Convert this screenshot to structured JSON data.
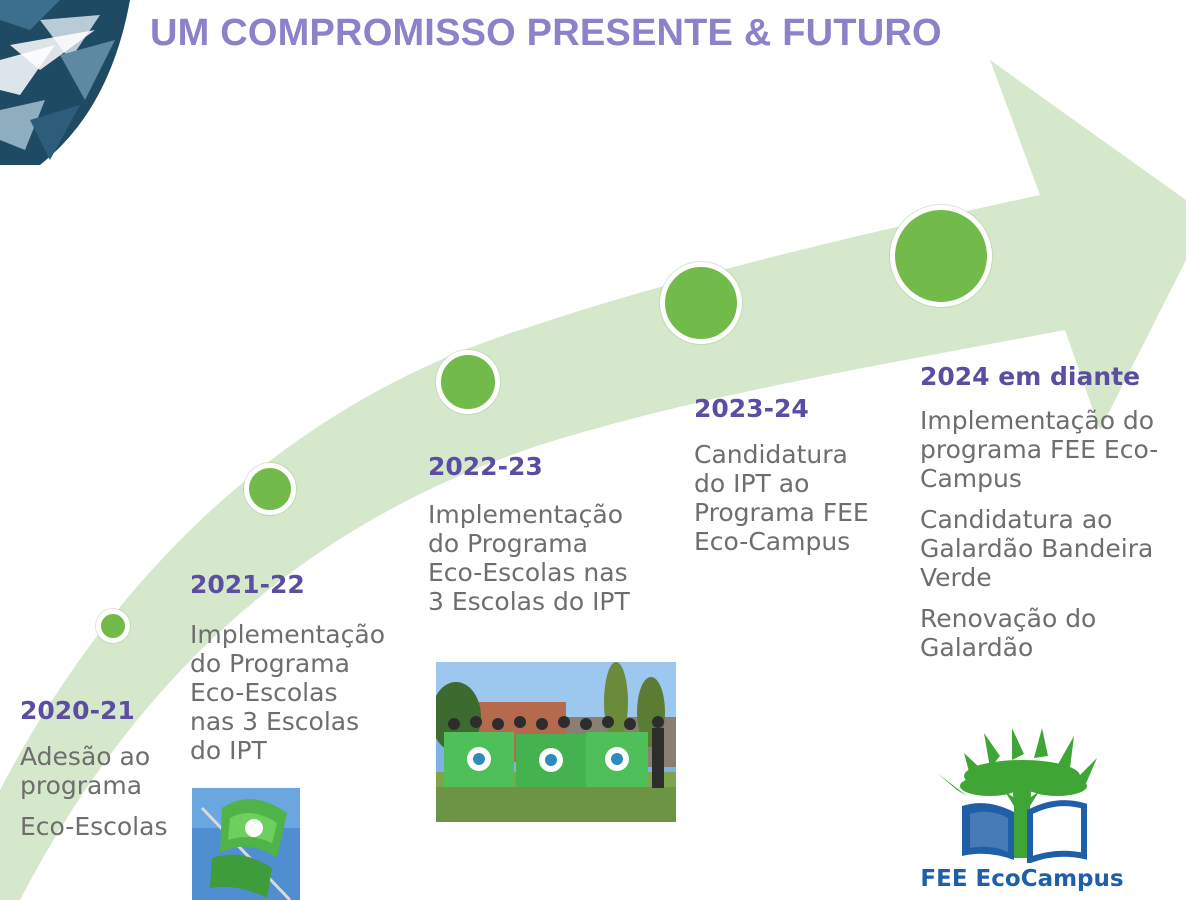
{
  "header": {
    "title": "UM COMPROMISSO PRESENTE & FUTURO"
  },
  "milestones": [
    {
      "year": "2020-21",
      "lines": [
        "Adesão ao",
        "programa"
      ],
      "extra": [
        "Eco-Escolas"
      ]
    },
    {
      "year": "2021-22",
      "lines": [
        "Implementação",
        "do Programa",
        "Eco-Escolas",
        "nas 3 Escolas",
        "do IPT"
      ]
    },
    {
      "year": "2022-23",
      "lines": [
        "Implementação",
        "do Programa",
        "Eco-Escolas nas",
        "3 Escolas do IPT"
      ]
    },
    {
      "year": "2023-24",
      "lines": [
        "Candidatura",
        "do IPT ao",
        "Programa FEE",
        "Eco-Campus"
      ]
    },
    {
      "year": "2024 em diante",
      "paragraphs": [
        [
          "Implementação do",
          "programa FEE Eco-",
          "Campus"
        ],
        [
          "Candidatura ao",
          "Galardão Bandeira",
          "Verde"
        ],
        [
          "Renovação do",
          "Galardão"
        ]
      ]
    }
  ],
  "logo": {
    "text": "FEE EcoCampus",
    "color_blue": "#1f5fa8",
    "color_green": "#3fa535"
  },
  "colors": {
    "title": "#8e80c9",
    "year": "#5b4ea2",
    "body_text": "#6e6e6e",
    "arrow": "#d6e8cc",
    "dot": "#72ba49"
  },
  "icons": {
    "corner": "ipt-logo-icon",
    "flag_photo": "green-flag-photo",
    "group_photo": "group-with-green-flags-photo"
  }
}
